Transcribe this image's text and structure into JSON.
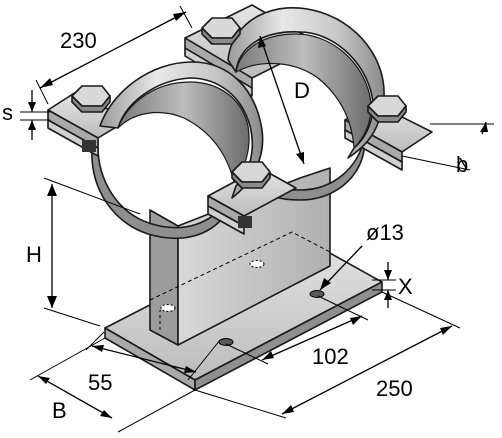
{
  "labels": {
    "width_total": "230",
    "thickness": "s",
    "diameter": "D",
    "rail_offset": "b",
    "height": "H",
    "hole_diameter": "ø13",
    "hole_offset": "X",
    "hole_spacing": "102",
    "edge_offset": "55",
    "base_length": "250",
    "base_width": "B"
  },
  "colors": {
    "metal_light": "#e2e2e2",
    "metal_mid": "#c4c4c4",
    "metal_dark": "#8e8e8e",
    "metal_deep": "#5f5f5f",
    "outline": "#1a1a1a"
  }
}
